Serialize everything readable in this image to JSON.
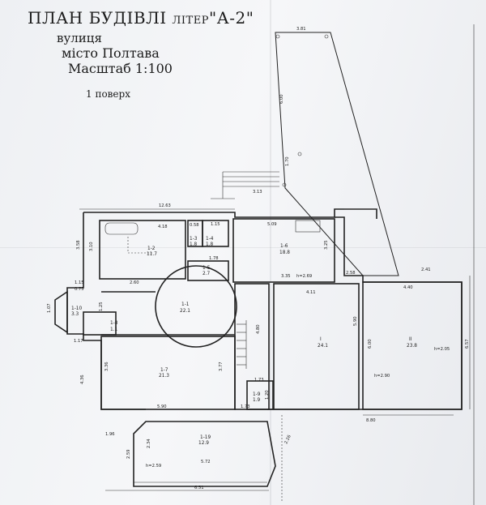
{
  "header": {
    "title_main": "ПЛАН БУДІВЛІ",
    "title_sub": "ЛІТЕР",
    "title_code": "\"А-2\"",
    "street": "вулиця",
    "city": "місто Полтава",
    "scale": "Масштаб 1:100",
    "floor": "1 поверх"
  },
  "rooms": [
    {
      "id": "1-2",
      "area": "11.7"
    },
    {
      "id": "1-3",
      "area": "1.8"
    },
    {
      "id": "1-4",
      "area": "1.8"
    },
    {
      "id": "1-5",
      "area": "2.7"
    },
    {
      "id": "1-1",
      "area": "22.1"
    },
    {
      "id": "1-6",
      "area": "18.8"
    },
    {
      "id": "1-7",
      "area": "21.3"
    },
    {
      "id": "1-8",
      "area": "1.1"
    },
    {
      "id": "1-9",
      "area": "1.9"
    },
    {
      "id": "1-10",
      "area": "3.3"
    },
    {
      "id": "1-19",
      "area": "12.9"
    },
    {
      "id": "I",
      "area": "24.1"
    },
    {
      "id": "II",
      "area": "23.8"
    }
  ],
  "dimensions": {
    "d_12_63": "12.63",
    "d_4_18": "4.18",
    "d_0_58": "0.58",
    "d_1_15a": "1.15",
    "d_5_09": "5.09",
    "d_3_58": "3.58",
    "d_3_10": "3.10",
    "d_2_60": "2.60",
    "d_1_78": "1.78",
    "d_1_15b": "1.15",
    "d_0_75": "0.75",
    "d_1_07": "1.07",
    "d_1_25": "1.25",
    "d_1_17": "1.17",
    "d_3_35": "3.35",
    "d_h_2_69": "h=2.69",
    "d_3_25": "3.25",
    "d_2_58": "2.58",
    "d_2_41": "2.41",
    "d_4_40": "4.40",
    "d_4_11": "4.11",
    "d_5_90a": "5.90",
    "d_6_00": "6.00",
    "d_h_2_90": "h=2.90",
    "d_h_2_05": "h=2.05",
    "d_6_57": "6.57",
    "d_4_80": "4.80",
    "d_4_36": "4.36",
    "d_3_36": "3.36",
    "d_3_77": "3.77",
    "d_5_90b": "5.90",
    "d_1_73a": "1.73",
    "d_1_73b": "1.73",
    "d_1_20": "1.20",
    "d_8_80": "8.80",
    "d_1_96": "1.96",
    "d_2_59": "2.59",
    "d_2_34": "2.34",
    "d_h_2_59": "h=2.59",
    "d_5_72": "5.72",
    "d_6_51": "6.51",
    "d_2_26": "2.26",
    "d_3_81": "3.81",
    "d_6_00b": "6.00",
    "d_1_70": "1.70",
    "d_3_13": "3.13"
  }
}
